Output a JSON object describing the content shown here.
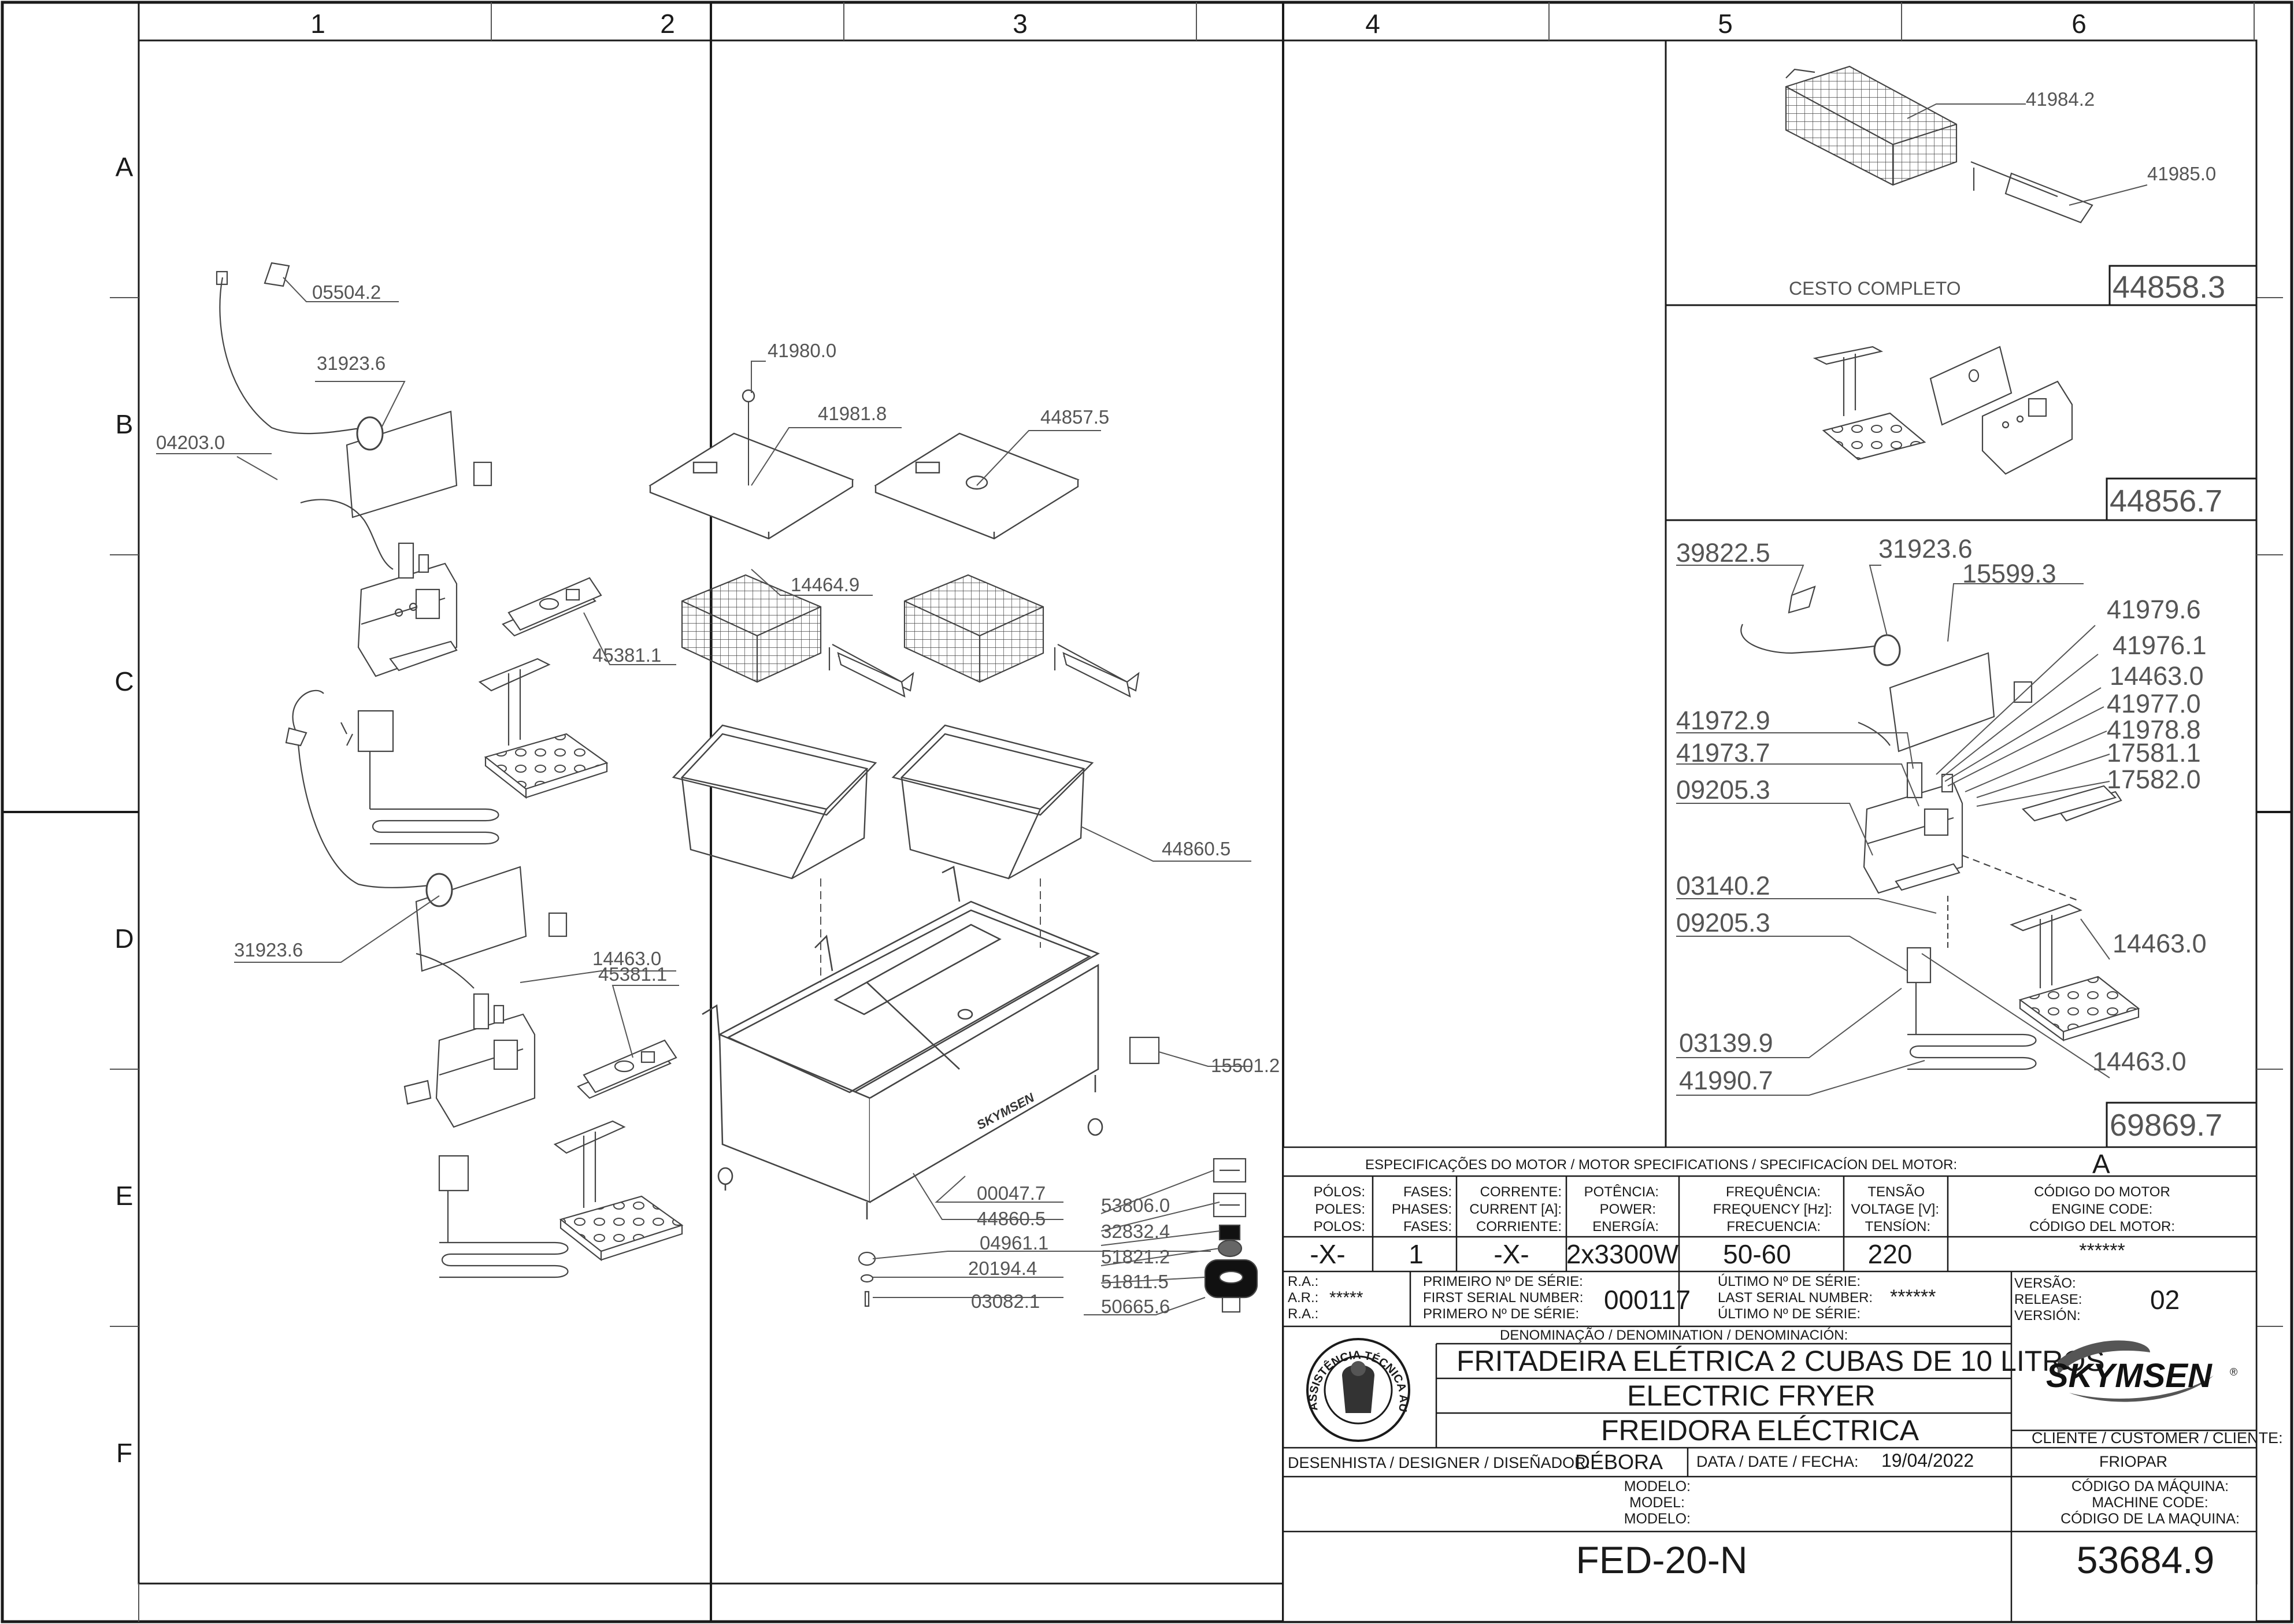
{
  "grid": {
    "columns": [
      "1",
      "2",
      "3",
      "4",
      "5",
      "6"
    ],
    "rows": [
      "A",
      "B",
      "C",
      "D",
      "E",
      "F"
    ]
  },
  "callouts": {
    "c05504": "05504.2",
    "c31923a": "31923.6",
    "c04203": "04203.0",
    "c41980": "41980.0",
    "c41981": "41981.8",
    "c44857": "44857.5",
    "c14464": "14464.9",
    "c45381a": "45381.1",
    "c44860a": "44860.5",
    "c31923b": "31923.6",
    "c14463a": "14463.0",
    "c45381b": "45381.1",
    "c15501": "15501.2",
    "c00047": "00047.7",
    "c44860b": "44860.5",
    "c53806": "53806.0",
    "c32832": "32832.4",
    "c04961": "04961.1",
    "c51821": "51821.2",
    "c20194": "20194.4",
    "c51811": "51811.5",
    "c03082": "03082.1",
    "c50665": "50665.6"
  },
  "basket_panel": {
    "part1": "41984.2",
    "part2": "41985.0",
    "caption": "CESTO  COMPLETO",
    "assembly": "44858.3"
  },
  "housing_panel": {
    "assembly": "44856.7"
  },
  "detail_panel": {
    "labels": [
      "39822.5",
      "31923.6",
      "15599.3",
      "41979.6",
      "41976.1",
      "14463.0",
      "41977.0",
      "41978.8",
      "41972.9",
      "17581.1",
      "41973.7",
      "17582.0",
      "09205.3",
      "03140.2",
      "09205.3",
      "14463.0",
      "03139.9",
      "14463.0",
      "41990.7"
    ],
    "assembly": "69869.7"
  },
  "title_block": {
    "motor_header": "ESPECIFICAÇÕES DO MOTOR / MOTOR SPECIFICATIONS / SPECIFICACÍON DEL MOTOR:",
    "motor_code": "A",
    "h_poles": [
      "PÓLOS:",
      "POLES:",
      "POLOS:"
    ],
    "h_phases": [
      "FASES:",
      "PHASES:",
      "FASES:"
    ],
    "h_current": [
      "CORRENTE:",
      "CURRENT [A]:",
      "CORRIENTE:"
    ],
    "h_power": [
      "POTÊNCIA:",
      "POWER:",
      "ENERGÍA:"
    ],
    "h_freq": [
      "FREQUÊNCIA:",
      "FREQUENCY [Hz]:",
      "FRECUENCIA:"
    ],
    "h_voltage": [
      "TENSÃO",
      "VOLTAGE [V]:",
      "TENSÍON:"
    ],
    "h_engine": [
      "CÓDIGO DO MOTOR",
      "ENGINE CODE:",
      "CÓDIGO DEL MOTOR:"
    ],
    "v_poles": "-X-",
    "v_phases": "1",
    "v_current": "-X-",
    "v_power": "2x3300W",
    "v_freq": "50-60",
    "v_voltage": "220",
    "v_engine": "******",
    "ra_labels": [
      "R.A.:",
      "A.R.:",
      "R.A.:"
    ],
    "ra_value": "*****",
    "first_serial_labels": [
      "PRIMEIRO Nº DE SÉRIE:",
      "FIRST SERIAL NUMBER:",
      "PRIMERO Nº DE SÉRIE:"
    ],
    "first_serial": "000117",
    "last_serial_labels": [
      "ÚLTIMO Nº DE SÉRIE:",
      "LAST SERIAL NUMBER:",
      "ÚLTIMO Nº DE SÉRIE:"
    ],
    "last_serial": "******",
    "version_labels": [
      "VERSÃO:",
      "RELEASE:",
      "VERSIÓN:"
    ],
    "version": "02",
    "denomination_header": "DENOMINAÇÃO / DENOMINATION / DENOMINACIÓN:",
    "name_pt": "FRITADEIRA ELÉTRICA 2 CUBAS DE 10 LITROS",
    "name_en": "ELECTRIC FRYER",
    "name_es": "FREIDORA ELÉCTRICA",
    "seal_text": "ASSISTÊNCIA TÉCNICA AUTORIZADA",
    "brand": "SKYMSEN",
    "client_label": "CLIENTE / CUSTOMER / CLIENTE:",
    "client": "FRIOPAR",
    "designer_label": "DESENHISTA / DESIGNER / DISEÑADOR:",
    "designer": "DÉBORA",
    "date_label": "DATA / DATE / FECHA:",
    "date": "19/04/2022",
    "model_labels": [
      "MODELO:",
      "MODEL:",
      "MODELO:"
    ],
    "machine_code_labels": [
      "CÓDIGO DA MÁQUINA:",
      "MACHINE CODE:",
      "CÓDIGO DE LA MAQUINA:"
    ],
    "model": "FED-20-N",
    "machine_code": "53684.9"
  },
  "colors": {
    "line": "#1a1a1a",
    "part": "#444444",
    "leader": "#555555"
  }
}
